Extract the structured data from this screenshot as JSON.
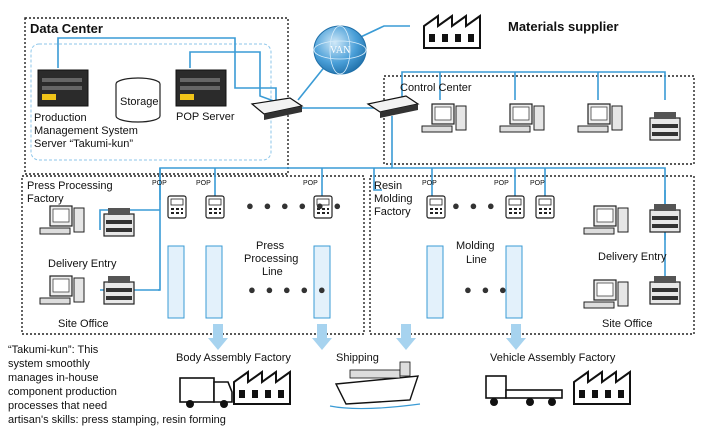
{
  "data_center": {
    "title": "Data Center",
    "storage": "Storage",
    "production_server_lines": [
      "Production",
      "Management System",
      "Server “Takumi-kun”"
    ],
    "pop_server": "POP Server"
  },
  "van": "VAN",
  "materials_supplier": "Materials supplier",
  "control_center": "Control Center",
  "press_factory": {
    "title_lines": [
      "Press Processing",
      "Factory"
    ],
    "delivery_entry": "Delivery Entry",
    "site_office": "Site Office",
    "line_label_lines": [
      "Press",
      "Processing",
      "Line"
    ]
  },
  "resin_factory": {
    "title_lines": [
      "Resin",
      "Molding",
      "Factory"
    ],
    "delivery_entry": "Delivery Entry",
    "site_office": "Site Office",
    "line_label_lines": [
      "Molding",
      "Line"
    ]
  },
  "pop_tag": "POP",
  "destinations": {
    "body_assembly": "Body Assembly Factory",
    "shipping": "Shipping",
    "vehicle_assembly": "Vehicle Assembly Factory"
  },
  "caption_lines": [
    "“Takumi-kun”: This",
    "system smoothly",
    "manages in-house",
    "component production",
    "processes that need",
    "artisan's skills: press stamping, resin forming"
  ],
  "colors": {
    "network_line": "#3a9bd5",
    "line_fill": "#e3f1fb",
    "arrow": "#a7d3ef",
    "van_globe": "#4a9fd8"
  }
}
